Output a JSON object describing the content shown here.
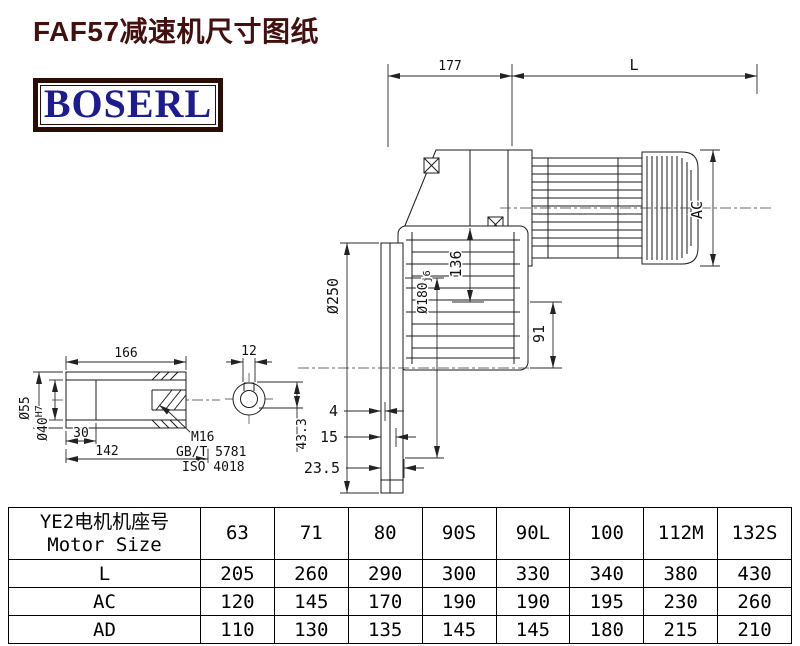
{
  "page": {
    "title": "FAF57减速机尺寸图纸",
    "brand": "BOSERL"
  },
  "drawing": {
    "dim_177": "177",
    "dim_L": "L",
    "dim_AC": "AC",
    "dim_dia250": "Ø250",
    "dim_dia180": "Ø180",
    "dim_dia180_tol": "j6",
    "dim_136": "136",
    "dim_91": "91",
    "dim_4": "4",
    "dim_15": "15",
    "dim_23_5": "23.5",
    "shaft_166": "166",
    "shaft_12": "12",
    "shaft_dia55": "Ø55",
    "shaft_dia40": "Ø40",
    "shaft_dia40_tol": "H7",
    "shaft_30": "30",
    "shaft_142": "142",
    "shaft_m16": "M16",
    "shaft_gb": "GB/T 5781",
    "shaft_iso": "ISO 4018",
    "shaft_43_3": "43.3"
  },
  "table": {
    "header_line1": "YE2电机机座号",
    "header_line2": "Motor Size",
    "columns": [
      "63",
      "71",
      "80",
      "90S",
      "90L",
      "100",
      "112M",
      "132S"
    ],
    "rows": [
      {
        "label": "L",
        "values": [
          "205",
          "260",
          "290",
          "300",
          "330",
          "340",
          "380",
          "430"
        ]
      },
      {
        "label": "AC",
        "values": [
          "120",
          "145",
          "170",
          "190",
          "190",
          "195",
          "230",
          "260"
        ]
      },
      {
        "label": "AD",
        "values": [
          "110",
          "130",
          "135",
          "145",
          "145",
          "180",
          "215",
          "210"
        ]
      }
    ]
  }
}
